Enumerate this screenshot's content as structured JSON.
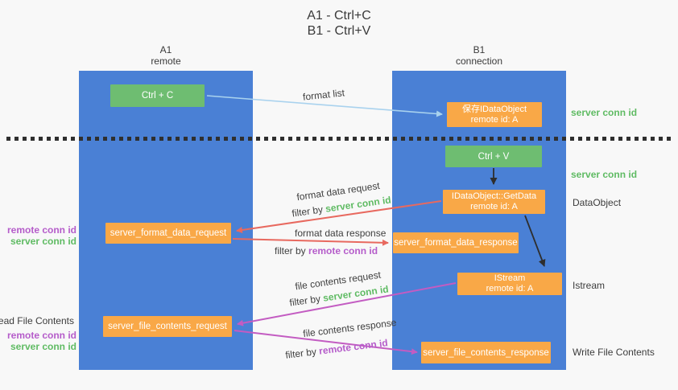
{
  "title": {
    "line1": "A1 - Ctrl+C",
    "line2": "B1 - Ctrl+V"
  },
  "columns": {
    "a": {
      "name": "A1",
      "subtitle": "remote"
    },
    "b": {
      "name": "B1",
      "subtitle": "connection"
    }
  },
  "nodes": {
    "ctrl_c": "Ctrl + C",
    "ctrl_v": "Ctrl + V",
    "save_idataobject": {
      "line1": "保存IDataObject",
      "line2": "remote id: A"
    },
    "getdata": {
      "line1": "IDataObject::GetData",
      "line2": "remote id: A"
    },
    "istream": {
      "line1": "IStream",
      "line2": "remote id: A"
    },
    "format_request": "server_format_data_request",
    "format_response": "server_format_data_response",
    "file_request": "server_file_contents_request",
    "file_response": "server_file_contents_response"
  },
  "annotations": {
    "format_list": "format list",
    "format_data_request": "format data request",
    "format_data_response": "format data response",
    "file_contents_request": "file contents request",
    "file_contents_response": "file contents response",
    "filter_by": "filter by"
  },
  "side_labels": {
    "server_conn_id": "server conn id",
    "remote_conn_id": "remote conn id",
    "dataobject": "DataObject",
    "istream": "Istream",
    "read_file_contents": "Read File Contents",
    "write_file_contents": "Write File Contents"
  },
  "colors": {
    "column_blue": "#4a80d5",
    "box_green": "#6ebd71",
    "box_orange": "#f9a847",
    "arrow_blue": "#a9d2ee",
    "arrow_red": "#e8695f",
    "arrow_magenta": "#c35cc2",
    "arrow_black": "#2e2e2e",
    "text_green": "#5fbb63",
    "text_purple": "#b55cca",
    "text_dark": "#3c3c3c"
  }
}
